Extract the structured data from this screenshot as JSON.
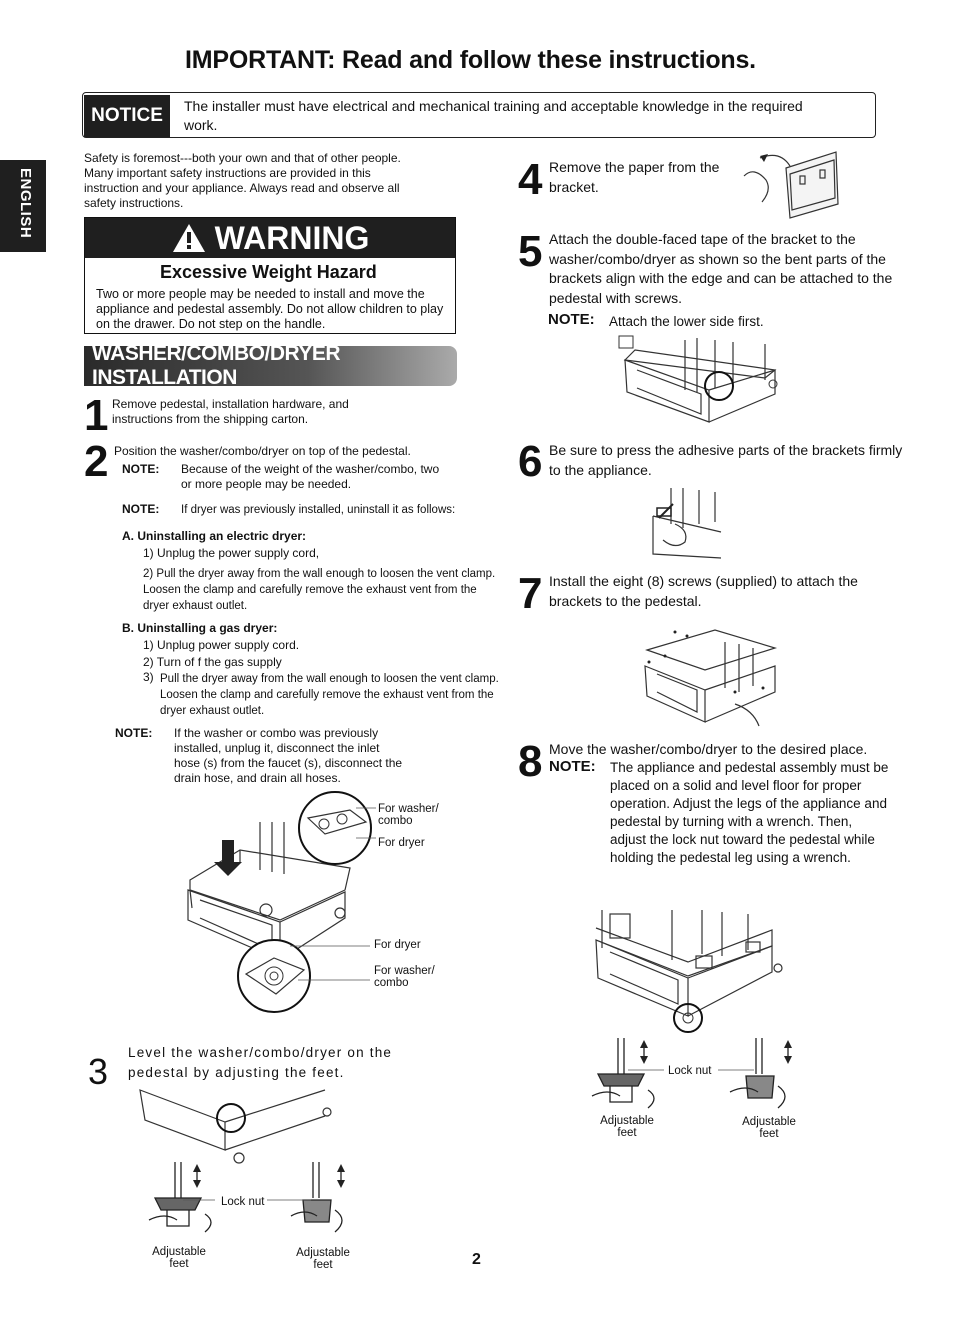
{
  "title": "IMPORTANT: Read and follow these instructions.",
  "notice": {
    "label": "NOTICE",
    "text": "The installer must have electrical and mechanical training and acceptable knowledge in the required work."
  },
  "language_tab": "ENGLISH",
  "safety_intro": "Safety is foremost---both your own and that of other people. Many important safety instructions are provided in this instruction and your appliance. Always read and observe all safety instructions.",
  "warning": {
    "heading": "WARNING",
    "subheading": "Excessive Weight Hazard",
    "text": "Two or more people may be needed to install and move the appliance and pedestal assembly. Do not allow children to play on the drawer. Do not step on the handle."
  },
  "section_title": "WASHER/COMBO/DRYER INSTALLATION",
  "steps": {
    "s1": {
      "num": "1",
      "text": "Remove pedestal, installation hardware, and instructions from the shipping carton."
    },
    "s2": {
      "num": "2",
      "text": "Position the washer/combo/dryer on top of the pedestal.",
      "note1_label": "NOTE:",
      "note1_text": "Because of the weight of the washer/combo, two or more people may be needed.",
      "note2_label": "NOTE:",
      "note2_text": "If dryer was previously installed, uninstall it as follows:",
      "a_title": "A. Uninstalling an electric dryer:",
      "a1": "1) Unplug the power supply cord,",
      "a2": "2) Pull the dryer away from the wall enough to loosen the vent clamp. Loosen the clamp and carefully remove the exhaust vent from the dryer exhaust outlet.",
      "b_title": "B. Uninstalling a gas dryer:",
      "b1": "1) Unplug power supply cord.",
      "b2": "2) Turn of f the gas supply",
      "b3_num": "3)",
      "b3": "Pull the dryer away from the wall enough to loosen the vent clamp. Loosen the clamp and carefully remove the exhaust vent from the dryer exhaust outlet.",
      "note3_label": "NOTE:",
      "note3_text": "If the washer or combo was previously installed, unplug it, disconnect the inlet hose (s) from the faucet (s), disconnect the drain hose, and drain all hoses.",
      "cap_washer_top": "For washer/ combo",
      "cap_dryer_top": "For dryer",
      "cap_dryer_bottom": "For dryer",
      "cap_washer_bottom": "For washer/ combo"
    },
    "s3": {
      "num": "3",
      "text": "Level the washer/combo/dryer on the pedestal by adjusting the feet.",
      "lock_nut": "Lock nut",
      "feet_left": "Adjustable feet",
      "feet_right": "Adjustable feet"
    },
    "s4": {
      "num": "4",
      "text": "Remove the paper from the bracket."
    },
    "s5": {
      "num": "5",
      "text": "Attach the double-faced tape of the bracket to the washer/combo/dryer as shown so the bent parts of the brackets align with the edge and can be attached to the pedestal with screws.",
      "note_label": "NOTE:",
      "note_text": "Attach the lower side first."
    },
    "s6": {
      "num": "6",
      "text": "Be sure to press the adhesive parts of the brackets firmly to the appliance."
    },
    "s7": {
      "num": "7",
      "text": "Install the eight (8) screws (supplied) to attach the brackets to the pedestal."
    },
    "s8": {
      "num": "8",
      "text": "Move the washer/combo/dryer to the desired place.",
      "note_label": "NOTE:",
      "note_text": "The appliance and pedestal assembly must be placed on a solid and level floor for proper operation. Adjust the legs of the appliance and pedestal by turning with a wrench. Then, adjust the lock nut toward the pedestal while holding the pedestal leg using a wrench.",
      "lock_nut": "Lock nut",
      "feet_left": "Adjustable feet",
      "feet_right": "Adjustable feet"
    }
  },
  "page_number": "2"
}
